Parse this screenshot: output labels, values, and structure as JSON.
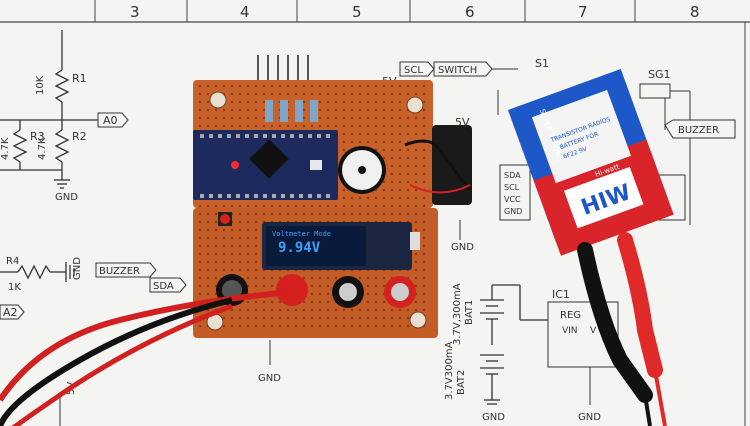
{
  "grid_columns": [
    "3",
    "4",
    "5",
    "6",
    "7",
    "8"
  ],
  "schematic": {
    "r1": "R1",
    "r1_value": "10K",
    "r2": "R2",
    "r2_value": "4.7K",
    "r3": "R3",
    "r3_value": "4.7K",
    "r4": "R4",
    "r4_value": "1K",
    "a0": "A0",
    "a2": "A2",
    "gnd": "GND",
    "scl": "SCL",
    "sda": "SDA",
    "switch": "SWITCH",
    "buzzer": "BUZZER",
    "five_v": "5V",
    "s1": "S1",
    "sg1": "SG1",
    "ic1": "IC1",
    "reg": "REG",
    "vin": "VIN",
    "v": "V",
    "bat1": "BAT1",
    "bat1_spec": "3.7V,300mA",
    "bat2": "BAT2",
    "bat2_spec": "3.7V300mA",
    "oled_pins": [
      "SDA",
      "SCL",
      "VCC",
      "GND"
    ]
  },
  "oled": {
    "title": "Voltmeter Mode",
    "reading": "9.94V"
  },
  "battery": {
    "brand": "HIW",
    "brand_sub": "Hi-watt",
    "text_1": "SUPER STRONG",
    "text_2": "6F22 9V",
    "text_3": "BATTERY FOR",
    "text_4": "TRANSISTOR RADIOS"
  },
  "module_label": "5V",
  "colors": {
    "pcb": "#c8612a",
    "arduino": "#1d2a5e",
    "oled_screen": "#0a1a3a",
    "oled_text": "#3aa0ff",
    "battery_blue": "#1e57c8",
    "battery_red": "#d9242a"
  }
}
